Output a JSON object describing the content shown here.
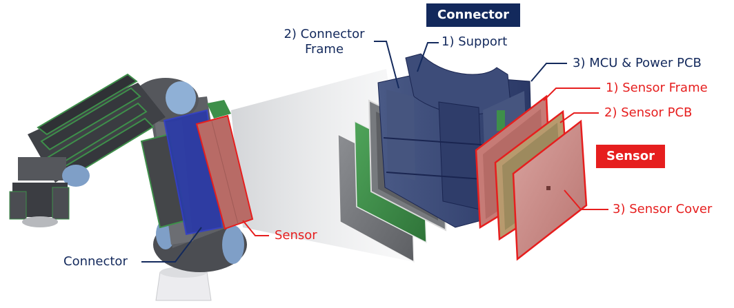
{
  "labels": {
    "connector_badge": "Connector",
    "sensor_badge": "Sensor",
    "connector_frame_line1": "2) Connector",
    "connector_frame_line2": "Frame",
    "support": "1) Support",
    "mcu_power_pcb": "3) MCU & Power PCB",
    "sensor_frame": "1) Sensor Frame",
    "sensor_pcb": "2) Sensor PCB",
    "sensor_cover": "3) Sensor Cover",
    "sensor_callout": "Sensor",
    "connector_callout": "Connector"
  },
  "colors": {
    "navy": "#13295c",
    "red": "#e61e1e",
    "pcb_green": "#3e8f4a",
    "frame_gray": "#6d6f73",
    "cover_pink": "#c98a86",
    "robot_gray": "#5a5c60",
    "robot_blue": "#7f9fc7"
  }
}
